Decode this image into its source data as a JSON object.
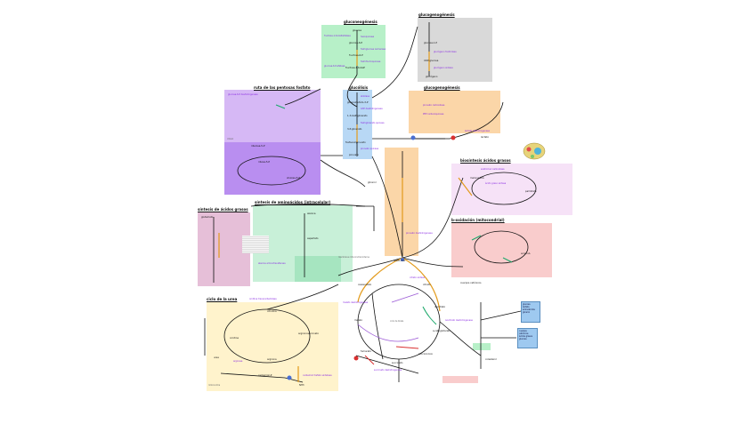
{
  "diagram": {
    "panels": {
      "gluconeogenesis": {
        "title": "gluconeogénesis",
        "color": "#b7f0c8"
      },
      "glycogenesis": {
        "title": "glucogenogénesis",
        "color": "#d9d9d9"
      },
      "pentose": {
        "title": "ruta de las pentosas fosfato",
        "color": "#d6b8f5"
      },
      "glycolysis": {
        "title": "glucólisis",
        "color": "#b8d8f5"
      },
      "glycogenolysis": {
        "title": "glucogenogénesis",
        "color": "#fbd6a8"
      },
      "fatty_acid_synthesis": {
        "title": "biosíntesis ácidos grasos",
        "color": "#f6e2f7"
      },
      "beta_oxidation": {
        "title": "b-oxidación (mitocondrial)",
        "color": "#f9cccc"
      },
      "fatty_acids": {
        "title": "síntesis de ácidos grasos",
        "color": "#e6bfd8"
      },
      "amino_acids": {
        "title": "síntesis de aminoácidos (intracelular)",
        "color": "#c8f0d8"
      },
      "urea_cycle": {
        "title": "ciclo de la urea",
        "color": "#fff3cc"
      }
    },
    "molecules": {
      "glucose": "glucosa",
      "g6p": "glucosa-6-P",
      "f6p": "fructosa-6-P",
      "f16bp": "fructosa-1,6-bisP",
      "gap": "gliceraldehído-3-P",
      "bpg": "1,3-bisP-glicerato",
      "pg3": "3-P-glicerato",
      "pep": "fosfoenolpiruvato",
      "pyruvate": "piruvato",
      "acetylcoa": "acetil-CoA",
      "oxaloacetate": "oxalacetato",
      "citrate": "citrato",
      "isocitrate": "isocitrato",
      "akg": "a-cetoglutarato",
      "succinylcoa": "succinil-CoA",
      "succinate": "succinato",
      "fumarate": "fumarato",
      "malate": "malato",
      "glycogen": "glucógeno",
      "udpglc": "UDP-glucosa",
      "g1p": "glucosa-1-P",
      "ribulose5p": "ribulosa-5-P",
      "ribose5p": "ribosa-5-P",
      "xylulose5p": "xilulosa-5-P",
      "malonylcoa": "malonil-CoA",
      "palmitate": "palmitato",
      "acylcoa": "acil-CoA",
      "ornithine": "ornitina",
      "citrulline": "citrulina",
      "arginine": "arginina",
      "argsucc": "argininosuccinato",
      "urea": "urea",
      "carbamoylp": "carbamoil-P",
      "glutamate": "glutamato",
      "ammonia": "NH3",
      "lactate": "lactato",
      "alanine": "alanina",
      "aspartate": "aspartato",
      "glycerol": "glicerol",
      "ketone": "cuerpos cetónicos",
      "cholesterol": "colesterol"
    },
    "enzymes": {
      "hk": "hexoquinasa",
      "pgi": "fosfoglucosa isomerasa",
      "pfk": "fosfofructoquinasa",
      "ald": "aldolasa",
      "gapdh": "G3P deshidrogenasa",
      "pgk": "fosfoglicerato quinasa",
      "pk": "piruvato quinasa",
      "pdh": "piruvato deshidrogenasa",
      "cs": "citrato sintasa",
      "idh": "isocitrato deshidrogenasa",
      "sdh": "succinato deshidrogenasa",
      "mdh": "malato deshidrogenasa",
      "pc": "piruvato carboxilasa",
      "pepck": "PEP carboxiquinasa",
      "fbpase": "fructosa-1,6-bisfosfatasa",
      "g6pase": "glucosa-6-fosfatasa",
      "gs": "glucógeno sintasa",
      "gp": "glucógeno fosforilasa",
      "g6pd": "glucosa-6-P deshidrogenasa",
      "acc": "acetil-CoA carboxilasa",
      "fas": "ácido graso sintasa",
      "cps": "carbamoil fosfato sintetasa",
      "otc": "ornitina transcarbamilasa",
      "arginase": "arginasa",
      "ldh": "lactato deshidrogenasa",
      "alt": "alanina aminotransferasa"
    },
    "info_boxes": {
      "box1": [
        "glucosa",
        "lactato",
        "aminoácidos",
        "glicerol"
      ],
      "box2": [
        "cuerpos",
        "cetónicos",
        "ácidos grasos",
        "glucosa"
      ]
    },
    "labels": {
      "mito": "mitocondria",
      "cyto": "citosol",
      "membrane": "membrana mitocondrial interna",
      "krebs": "ciclo de Krebs"
    }
  }
}
